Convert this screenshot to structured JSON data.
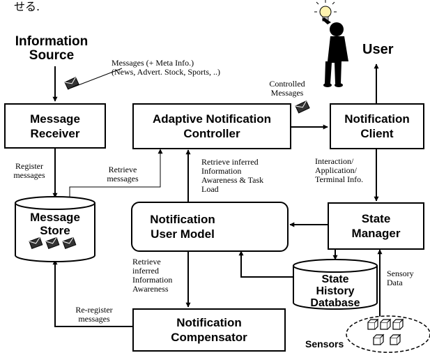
{
  "top_fragment": "せる.",
  "information_source": {
    "line1": "Information",
    "line2": "Source"
  },
  "user_label": "User",
  "message_receiver": {
    "line1": "Message",
    "line2": "Receiver"
  },
  "adaptive_controller": {
    "line1": "Adaptive Notification",
    "line2": "Controller"
  },
  "notification_client": {
    "line1": "Notification",
    "line2": "Client"
  },
  "message_store": {
    "line1": "Message",
    "line2": "Store"
  },
  "user_model": {
    "line1": "Notification",
    "line2": "User Model"
  },
  "state_manager": {
    "line1": "State",
    "line2": "Manager"
  },
  "state_history_db": {
    "line1": "State",
    "line2": "History",
    "line3": "Database"
  },
  "compensator": {
    "line1": "Notification",
    "line2": "Compensator"
  },
  "sensors_label": "Sensors",
  "labels": {
    "messages_meta_1": "Messages (+ Meta Info.)",
    "messages_meta_2": "(News, Advert. Stock, Sports, ..)",
    "controlled_1": "Controlled",
    "controlled_2": "Messages",
    "register_1": "Register",
    "register_2": "messages",
    "retrieve_1": "Retrieve",
    "retrieve_2": "messages",
    "retrieve_ia_1": "Retrieve inferred",
    "retrieve_ia_2": "Information",
    "retrieve_ia_3": "Awareness & Task",
    "retrieve_ia_4": "Load",
    "interaction_1": "Interaction/",
    "interaction_2": "Application/",
    "interaction_3": "Terminal Info.",
    "retrieve_inf_1": "Retrieve",
    "retrieve_inf_2": "inferred",
    "retrieve_inf_3": "Information",
    "retrieve_inf_4": "Awareness",
    "sensory_1": "Sensory",
    "sensory_2": "Data",
    "reregister_1": "Re-register",
    "reregister_2": "messages"
  }
}
